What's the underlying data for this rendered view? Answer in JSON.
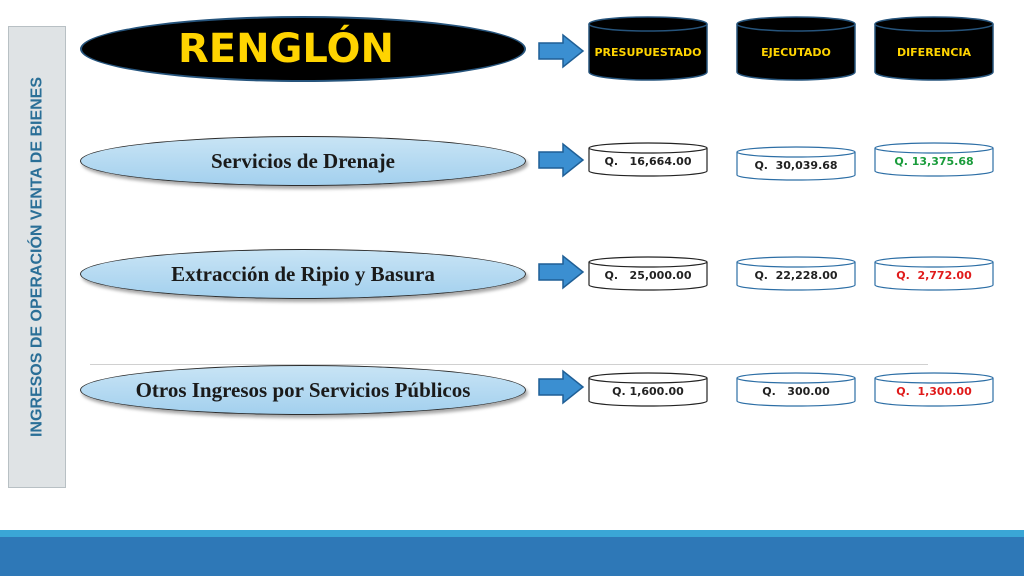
{
  "side_label": "INGRESOS DE OPERACIÓN VENTA DE BIENES",
  "title": "RENGLÓN",
  "headers": [
    "PRESUPUESTADO",
    "EJECUTADO",
    "DIFERENCIA"
  ],
  "rows": [
    {
      "label": "Servicios de Drenaje",
      "presupuestado": "Q.   16,664.00",
      "ejecutado": "Q.  30,039.68",
      "diferencia": "Q. 13,375.68",
      "diferencia_color": "#1a9c3c"
    },
    {
      "label": "Extracción de Ripio y Basura",
      "presupuestado": "Q.   25,000.00",
      "ejecutado": "Q.  22,228.00",
      "diferencia": "Q.  2,772.00",
      "diferencia_color": "#e01b1b"
    },
    {
      "label": "Otros Ingresos por Servicios Públicos",
      "presupuestado": "Q. 1,600.00",
      "ejecutado": "Q.   300.00",
      "diferencia": "Q.  1,300.00",
      "diferencia_color": "#e01b1b"
    }
  ],
  "colors": {
    "title_bg": "#000000",
    "title_text": "#ffd400",
    "pill_fill": "#b7dcf3",
    "arrow": "#3b8fd1",
    "footer": "#2e78b7",
    "side_text": "#2a6f97"
  }
}
